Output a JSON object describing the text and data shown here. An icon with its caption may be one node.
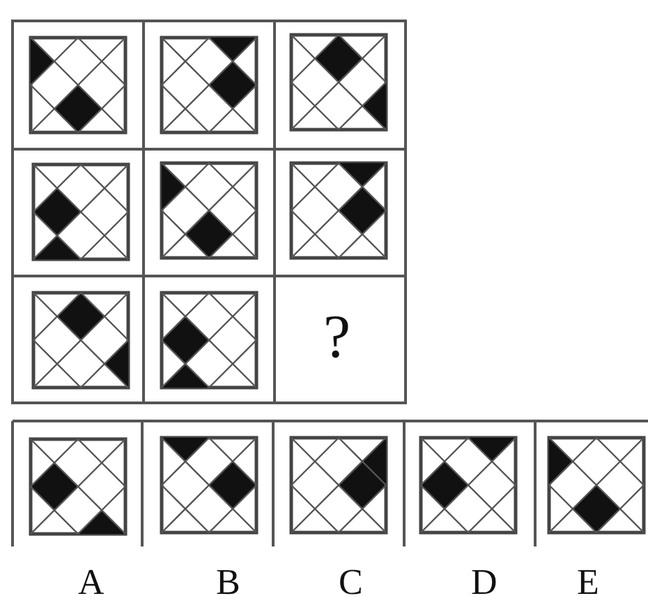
{
  "diagram": {
    "labels": [
      "?",
      "A",
      "B",
      "C",
      "D",
      "E"
    ]
  }
}
